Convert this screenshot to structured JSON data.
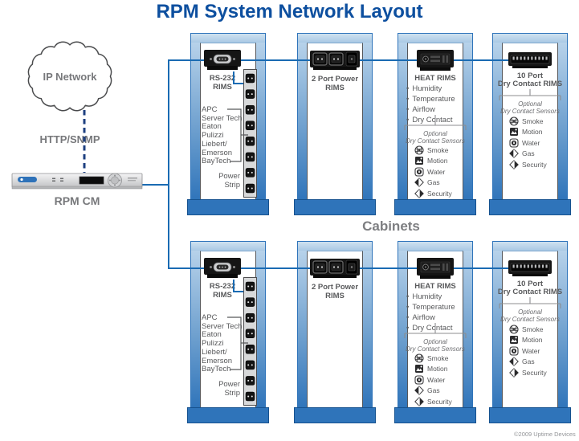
{
  "title": "RPM System Network Layout",
  "left_panel": {
    "cloud_label": "IP Network",
    "protocol_label": "HTTP/SNMP",
    "controller_label": "RPM CM"
  },
  "cabinets_label": "Cabinets",
  "copyright": "©2009 Uptime Devices",
  "sensors": {
    "optional_line1": "Optional",
    "optional_line2": "Dry Contact Sensors",
    "items": [
      "Smoke",
      "Motion",
      "Water",
      "Gas",
      "Security"
    ]
  },
  "rs232": {
    "label_line1": "RS-232",
    "label_line2": "RIMS",
    "vendors": [
      "APC",
      "Server Tech",
      "Eaton",
      "Pulizzi",
      "Liebert/",
      "Emerson",
      "BayTech"
    ],
    "strip_line1": "Power",
    "strip_line2": "Strip"
  },
  "power2": {
    "label_line1": "2 Port Power",
    "label_line2": "RIMS"
  },
  "heat": {
    "label": "HEAT RIMS",
    "bullets": [
      "Humidity",
      "Temperature",
      "Airflow",
      "Dry Contact"
    ]
  },
  "dry10": {
    "label_line1": "10 Port",
    "label_line2": "Dry Contact RIMS"
  },
  "colors": {
    "title_blue": "#0d4f9f",
    "line_blue": "#1a6bb3",
    "dash_blue": "#1e4080",
    "cabinet_blue": "#2f74ba",
    "cabinet_light": "#b9d3e9",
    "text_gray": "#58595b",
    "label_gray": "#77787b"
  }
}
